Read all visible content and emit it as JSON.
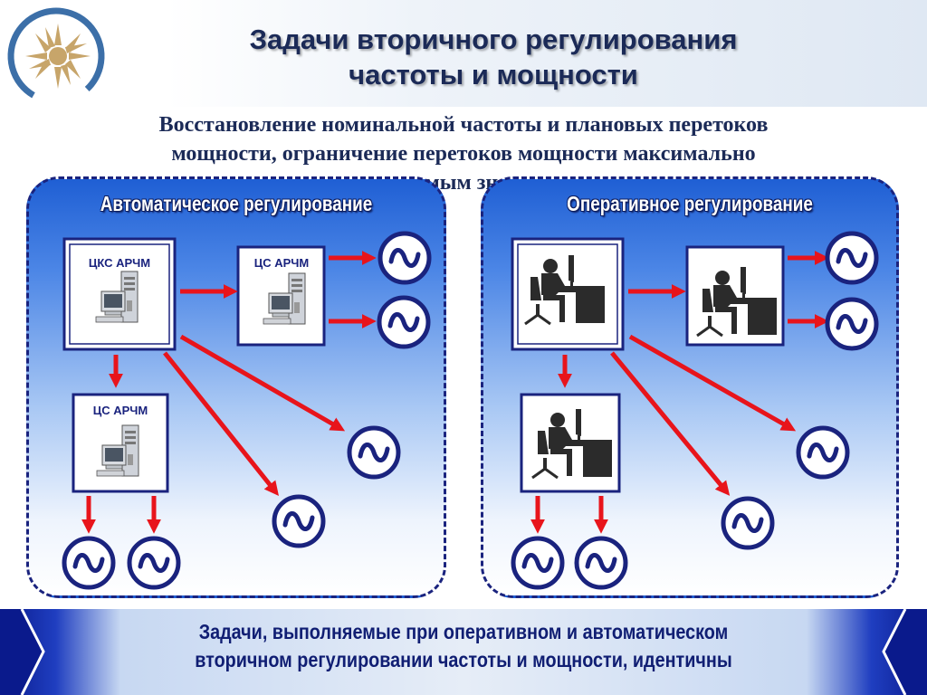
{
  "header": {
    "title_line1": "Задачи вторичного регулирования",
    "title_line2": "частоты и мощности"
  },
  "subtitle": {
    "line1": "Восстановление номинальной частоты и плановых перетоков",
    "line2": "мощности, ограничение перетоков мощности максимально",
    "line3": "допустимым значением"
  },
  "panels": {
    "automatic": {
      "title": "Автоматическое регулирование",
      "boxes": {
        "main": "ЦКС АРЧМ",
        "right": "ЦС АРЧМ",
        "bottom": "ЦС АРЧМ"
      }
    },
    "operative": {
      "title": "Оперативное регулирование"
    }
  },
  "footer": {
    "line1": "Задачи, выполняемые при оперативном и автоматическом",
    "line2": "вторичном регулировании частоты и мощности, идентичны"
  },
  "colors": {
    "title": "#1b2a57",
    "panel_border": "#1a237e",
    "arrow": "#e8141b",
    "generator_ring": "#1a237e",
    "footer_text": "#101e73"
  },
  "icons": [
    "company-logo-icon",
    "computer-icon",
    "operator-workstation-icon",
    "generator-icon",
    "arrow-icon"
  ]
}
